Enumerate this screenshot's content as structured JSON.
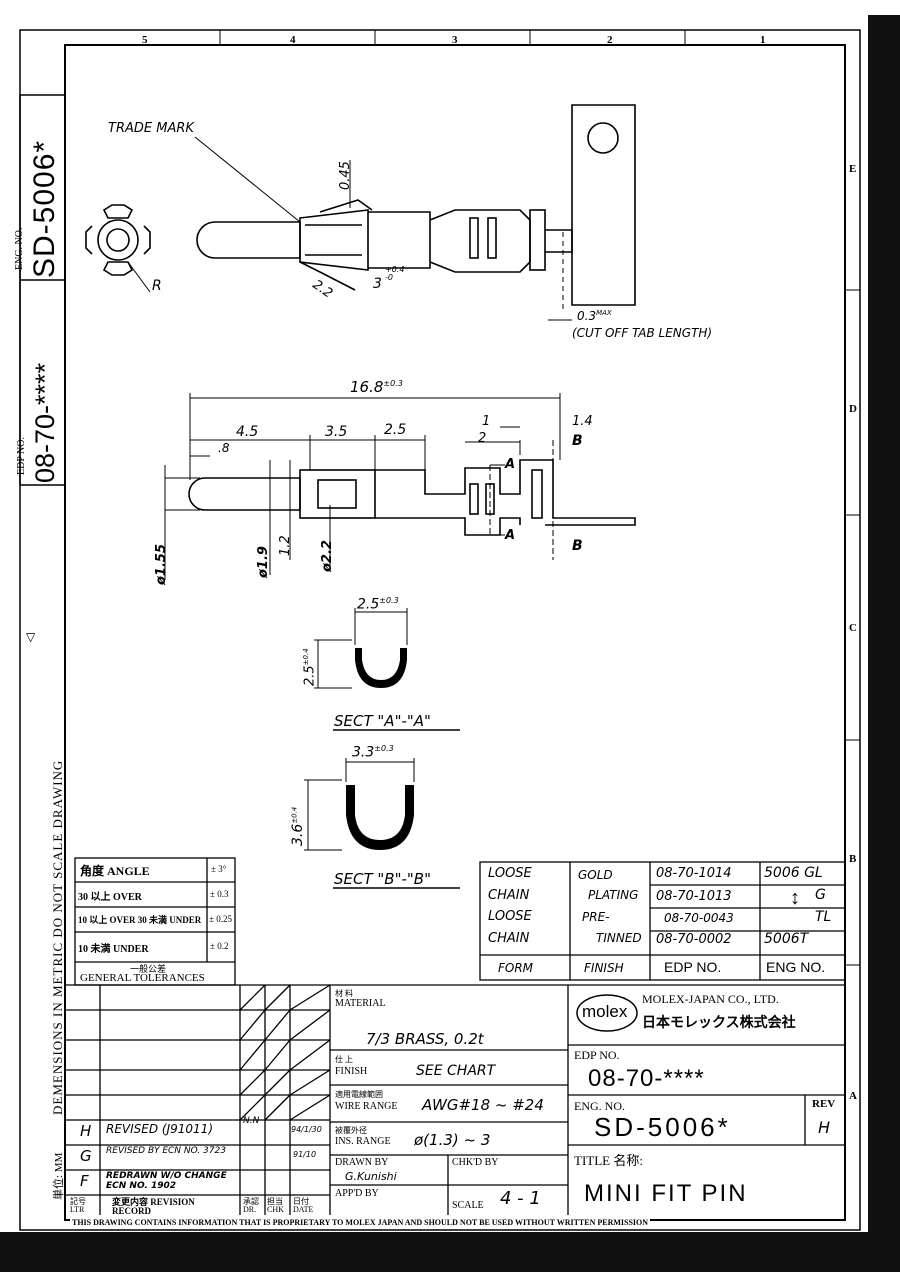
{
  "zone_numbers": [
    "5",
    "4",
    "3",
    "2",
    "1"
  ],
  "zone_letters": [
    "E",
    "D",
    "C",
    "B",
    "A"
  ],
  "side_edp_label": "EDP NO.",
  "side_edp_value": "08-70-****",
  "side_eng_label": "ENG. NO.",
  "side_eng_value": "SD-5006*",
  "side_note": "DEMENSIONS IN METRIC DO NOT SCALE DRAWING",
  "side_unit": "単位: MM",
  "side_triangle": "▽",
  "view_top": {
    "trade_mark": "TRADE MARK",
    "r_label": "R",
    "dim_045": "0.45",
    "dim_22": "2.2",
    "dim_3": "3",
    "dim_3_tol": "+0.4\n-0",
    "dim_03max": "0.3",
    "dim_03max_sup": "MAX",
    "cut_off_note": "(CUT OFF TAB LENGTH)"
  },
  "view_side": {
    "dim_168": "16.8",
    "dim_168_tol": "±0.3",
    "dim_45": "4.5",
    "dim_08": ".8",
    "dim_35": "3.5",
    "dim_25": "2.5",
    "dim_1": "1",
    "dim_2": "2",
    "dim_14": "1.4",
    "dim_155": "ø1.55",
    "dim_19": "ø1.9",
    "dim_12": "1.2",
    "dim_22d": "ø2.2",
    "label_a1": "A",
    "label_a2": "A",
    "label_b1": "B",
    "label_b2": "B"
  },
  "section_a": {
    "width": "2.5",
    "width_tol": "±0.3",
    "height": "2.5",
    "height_tol": "±0.4",
    "title": "SECT \"A\"-\"A\""
  },
  "section_b": {
    "width": "3.3",
    "width_tol": "±0.3",
    "height": "3.6",
    "height_tol": "±0.4",
    "title": "SECT \"B\"-\"B\""
  },
  "tolerances": {
    "rows": [
      {
        "label": "角度  ANGLE",
        "value": "± 3°"
      },
      {
        "label": "30 以上 OVER",
        "value": "± 0.3"
      },
      {
        "label": "10 以上 OVER  30 未満 UNDER",
        "value": "± 0.25"
      },
      {
        "label": "10 未満 UNDER",
        "value": "± 0.2"
      }
    ],
    "footer_jp": "一般公差",
    "footer": "GENERAL  TOLERANCES"
  },
  "finish_chart": {
    "rows": [
      [
        "LOOSE",
        "GOLD",
        "08-70-1014",
        "5006 GL"
      ],
      [
        "CHAIN",
        "PLATING",
        "08-70-1013",
        "G"
      ],
      [
        "LOOSE",
        "PRE-",
        "08-70-0043",
        "TL"
      ],
      [
        "CHAIN",
        "TINNED",
        "08-70-0002",
        "5006T"
      ]
    ],
    "headers": [
      "FORM",
      "FINISH",
      "EDP NO.",
      "ENG NO."
    ]
  },
  "revisions": {
    "rows": [
      [
        "H",
        "REVISED (J91011)",
        "N.N",
        "",
        "94/1/30"
      ],
      [
        "G",
        "REVISED BY ECN NO. 3723",
        "",
        "",
        "91/10"
      ],
      [
        "F",
        "REDRAWN W/O CHANGE ECN NO. 1902",
        "",
        "",
        ""
      ]
    ],
    "header": [
      "記号 LTR",
      "変更内容 REVISION RECORD",
      "承認 DR.",
      "担当 CHK",
      "日付 DATE"
    ]
  },
  "spec": {
    "material_jp": "材 料",
    "material_label": "MATERIAL",
    "material_value": "7/3 BRASS, 0.2t",
    "finish_jp": "仕 上",
    "finish_label": "FINISH",
    "finish_value": "SEE CHART",
    "wire_jp": "適用電線範囲",
    "wire_label": "WIRE RANGE",
    "wire_value": "AWG#18 ~ #24",
    "ins_jp": "被覆外径",
    "ins_label": "INS. RANGE",
    "ins_value": "ø(1.3) ~ 3",
    "drawn_label": "DRAWN BY",
    "drawn_value": "G.Kunishi",
    "chkd_label": "CHK'D BY",
    "appd_label": "APP'D BY",
    "scale_label": "SCALE",
    "scale_value": "4 - 1"
  },
  "title_block": {
    "logo": "molex",
    "company": "MOLEX-JAPAN  CO., LTD.",
    "company_jp": "日本モレックス株式会社",
    "edp_label": "EDP NO.",
    "edp_value": "08-70-****",
    "eng_label": "ENG. NO.",
    "eng_value": "SD-5006*",
    "rev_label": "REV",
    "rev_value": "H",
    "title_label": "TITLE  名称:",
    "title_value": "MINI FIT PIN"
  },
  "footer_note": "THIS DRAWING CONTAINS INFORMATION THAT IS PROPRIETARY TO MOLEX JAPAN AND SHOULD NOT BE USED WITHOUT WRITTEN PERMISSION"
}
